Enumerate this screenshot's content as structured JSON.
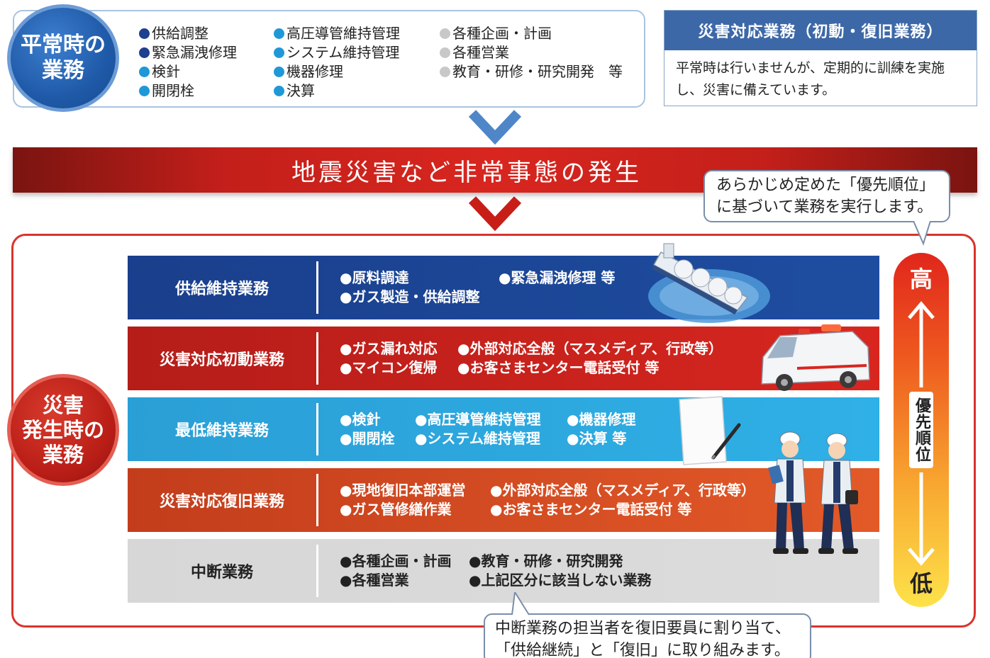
{
  "normal": {
    "circle_label": [
      "平常時の",
      "業務"
    ],
    "col1": [
      "供給調整",
      "緊急漏洩修理",
      "検針",
      "開閉栓"
    ],
    "col2": [
      "高圧導管維持管理",
      "システム維持管理",
      "機器修理",
      "決算"
    ],
    "col3": [
      "各種企画・計画",
      "各種営業",
      "教育・研修・研究開発　等"
    ]
  },
  "response": {
    "title": "災害対応業務（初動・復旧業務）",
    "text_line1": "平常時は行いませんが、定期的に訓練を実施",
    "text_line2": "し、災害に備えています。"
  },
  "banner": {
    "text": "地震災害など非常事態の発生"
  },
  "callout_top": {
    "line1": "あらかじめ定めた「優先順位」",
    "line2": "に基づいて業務を実行します。"
  },
  "disaster": {
    "circle_label": [
      "災害",
      "発生時の",
      "業務"
    ]
  },
  "rows": {
    "supply": {
      "label": "供給維持業務",
      "a": "●原料調達",
      "b": "●緊急漏洩修理 等",
      "c": "●ガス製造・供給調整"
    },
    "initial": {
      "label": "災害対応初動業務",
      "a": "●ガス漏れ対応",
      "b": "●外部対応全般（マスメディア、行政等）",
      "c": "●マイコン復帰",
      "d": "●お客さまセンター電話受付 等"
    },
    "minimum": {
      "label": "最低維持業務",
      "a": "●検針",
      "b": "●高圧導管維持管理",
      "c": "●機器修理",
      "d": "●開閉栓",
      "e": "●システム維持管理",
      "f": "●決算 等"
    },
    "recovery": {
      "label": "災害対応復旧業務",
      "a": "●現地復旧本部運営",
      "b": "●外部対応全般（マスメディア、行政等）",
      "c": "●ガス管修繕作業",
      "d": "●お客さまセンター電話受付 等"
    },
    "suspend": {
      "label": "中断業務",
      "a": "●各種企画・計画",
      "b": "●教育・研修・研究開発",
      "c": "●各種営業",
      "d": "●上記区分に該当しない業務"
    }
  },
  "priority": {
    "high": "高",
    "low": "低",
    "label": "優先順位"
  },
  "callout_bottom": {
    "line1": "中断業務の担当者を復旧要員に割り当て、",
    "line2": "「供給継続」と「復旧」に取り組みます。"
  },
  "colors": {
    "navy": "#1f3f8f",
    "cyan": "#1f98d8",
    "red": "#d8261f",
    "frame_red": "#d9342b",
    "banner_red": "#c41f1a",
    "gray_row": "#d7d7d7"
  },
  "icons": [
    "lng-tanker-ship-illustration",
    "emergency-vehicle-illustration",
    "clipboard-pen-illustration",
    "workers-illustration",
    "down-arrow-icon",
    "priority-arrow-icon"
  ]
}
